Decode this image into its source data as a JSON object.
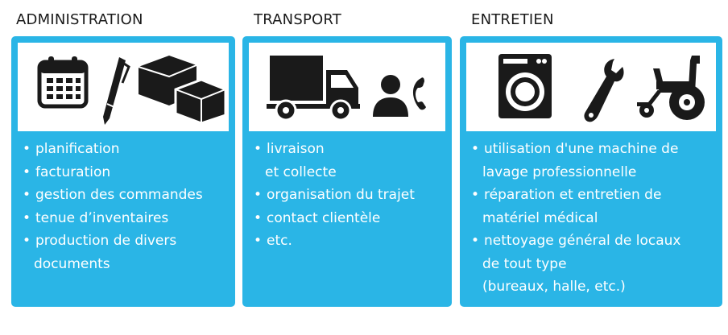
{
  "columns": [
    {
      "title": "ADMINISTRATION",
      "icons": [
        "calendar-icon",
        "pen-icon",
        "boxes-icon"
      ],
      "items": [
        [
          "planification"
        ],
        [
          "facturation"
        ],
        [
          "gestion des commandes"
        ],
        [
          "tenue d’inventaires"
        ],
        [
          "production de divers",
          "documents"
        ]
      ]
    },
    {
      "title": "TRANSPORT",
      "icons": [
        "truck-icon",
        "phone-contact-icon"
      ],
      "items": [
        [
          "livraison",
          "et collecte"
        ],
        [
          "organisation du trajet"
        ],
        [
          "contact clientèle"
        ],
        [
          "etc."
        ]
      ]
    },
    {
      "title": "ENTRETIEN",
      "icons": [
        "washing-machine-icon",
        "wrench-icon",
        "wheelchair-icon"
      ],
      "items": [
        [
          "utilisation d'une machine de",
          "lavage professionnelle"
        ],
        [
          "réparation et entretien de",
          "matériel médical"
        ],
        [
          "nettoyage général de locaux",
          "de tout type",
          "(bureaux, halle, etc.)"
        ]
      ]
    }
  ],
  "colors": {
    "card": "#2ab5e6",
    "icon": "#1a1a1a",
    "text": "#ffffff"
  }
}
